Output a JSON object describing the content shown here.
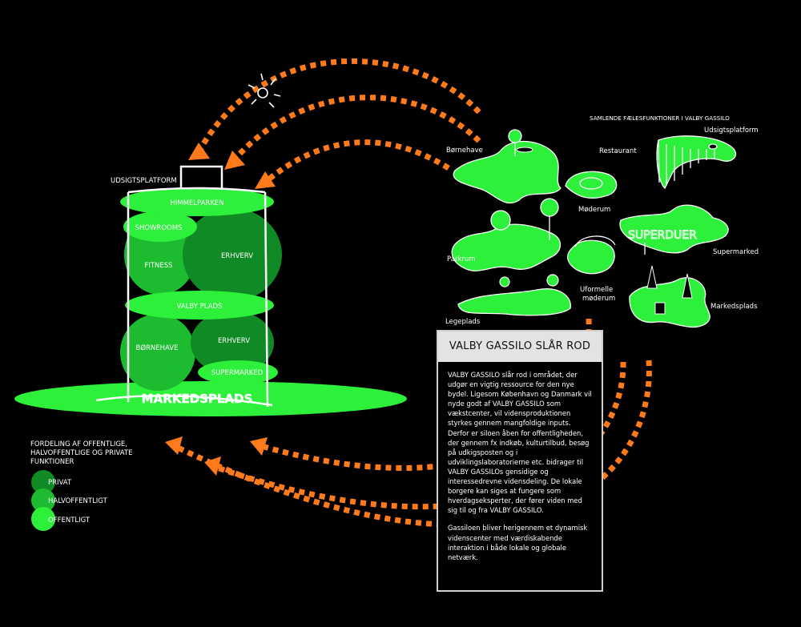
{
  "tower": {
    "top_label": "UDSIGTSPLATFORM",
    "levels": {
      "himmelparken": "HIMMELPARKEN",
      "showrooms": "SHOWROOMS",
      "fitness": "FITNESS",
      "erhverv_upper": "ERHVERV",
      "valby_plads": "VALBY PLADS",
      "boernehave": "BØRNEHAVE",
      "erhverv_lower": "ERHVERV",
      "supermarked": "SUPERMARKED",
      "markedsplads": "MARKEDSPLADS"
    }
  },
  "legend": {
    "title_lines": [
      "FORDELING AF OFFENTLIGE,",
      "HALVOFFENTLIGE OG PRIVATE",
      "FUNKTIONER"
    ],
    "items": [
      {
        "label": "PRIVAT",
        "color": "#0f8a24"
      },
      {
        "label": "HALVOFFENTLIGT",
        "color": "#1dbb2f"
      },
      {
        "label": "OFFENTLIGT",
        "color": "#2cf03a"
      }
    ]
  },
  "functions": {
    "heading": "SAMLENDE FÆLESFUNKTIONER I VALBY GASSILO",
    "labels": {
      "boernehave": "Børnehave",
      "restaurant": "Restaurant",
      "udsigtsplatform": "Udsigtsplatform",
      "moederum": "Møderum",
      "parkrum": "Parkrum",
      "supermarked": "Supermarked",
      "supermarked_sign": "SUPERDUER",
      "uformelle_1": "Uformelle",
      "uformelle_2": "møderum",
      "markedsplads": "Markedsplads",
      "legeplads": "Legeplads"
    }
  },
  "infobox": {
    "title": "VALBY GASSILO SLÅR ROD",
    "paragraph1": "VALBY GASSILO slår rod i området, der udgør en vigtig ressource for den nye bydel. Ligesom København og Danmark vil nyde godt af VALBY GASSILO som vækstcenter, vil vidensproduktionen styrkes gennem mangfoldige inputs. Derfor er siloen åben for offentligheden, der gennem fx indkøb, kulturtilbud, besøg på udkigsposten og i udviklingslaboratorierne etc. bidrager til VALBY GASSILOs gensidige og interessedrevne vidensdeling. De lokale borgere kan siges at fungere som hverdagseksperter, der fører viden med sig til og fra VALBY GASSILO.",
    "paragraph2": "Gassiloen bliver herigennem et dynamisk videnscenter med værdiskabende interaktion i både lokale og globale netværk."
  },
  "colors": {
    "background": "#000000",
    "arrow": "#ff7a1a",
    "public": "#2cf03a",
    "semi_public": "#1dbb2f",
    "private": "#0f8a24"
  }
}
